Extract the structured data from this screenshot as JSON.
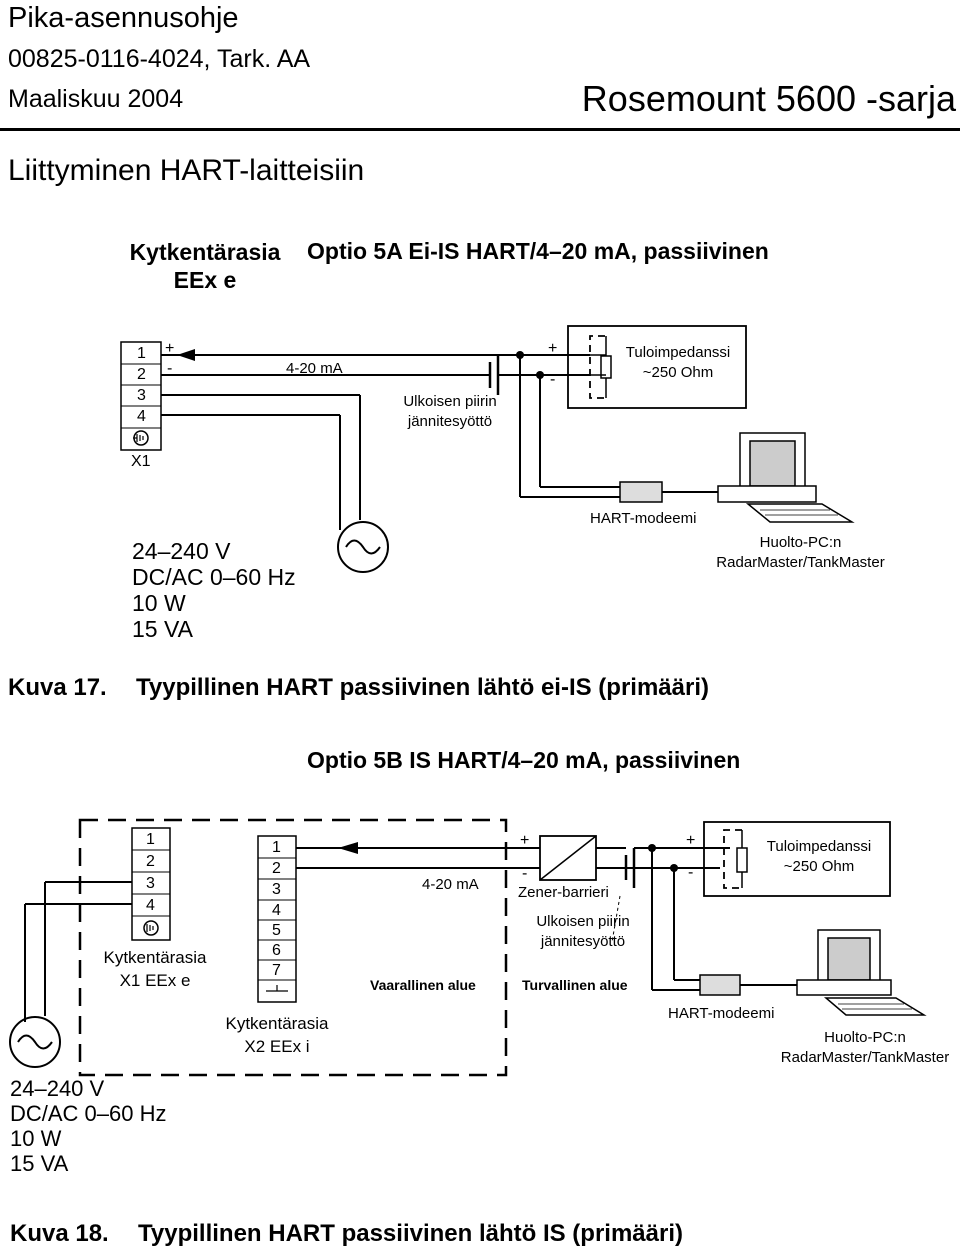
{
  "header": {
    "title": "Pika-asennusohje",
    "doc_number": "00825-0116-4024, Tark. AA",
    "date": "Maaliskuu 2004",
    "series": "Rosemount 5600 -sarja"
  },
  "section_title": "Liittyminen HART-laitteisiin",
  "fig17": {
    "left_label_line1": "Kytkentärasia",
    "left_label_line2": "EEx e",
    "option_title": "Optio 5A Ei-IS HART/4–20 mA, passiivinen",
    "terminals": [
      "1",
      "2",
      "3",
      "4"
    ],
    "plus": "+",
    "minus": "-",
    "terminal_block": "X1",
    "current_label": "4-20 mA",
    "supply_line1": "Ulkoisen piirin",
    "supply_line2": "jännitesyöttö",
    "load_plus": "+",
    "load_minus": "-",
    "load_line1": "Tuloimpedanssi",
    "load_line2": "~250 Ohm",
    "modem_label": "HART-modeemi",
    "pc_line1": "Huolto-PC:n",
    "pc_line2": "RadarMaster/TankMaster",
    "power": [
      "24–240 V",
      "DC/AC 0–60 Hz",
      "10 W",
      "15 VA"
    ],
    "caption_number": "Kuva 17.",
    "caption_text": "Tyypillinen HART passiivinen lähtö ei-IS (primääri)"
  },
  "fig18": {
    "option_title": "Optio 5B IS HART/4–20 mA, passiivinen",
    "x1_terminals": [
      "1",
      "2",
      "3",
      "4"
    ],
    "x1_line1": "Kytkentärasia",
    "x1_line2": "X1 EEx e",
    "x2_terminals": [
      "1",
      "2",
      "3",
      "4",
      "5",
      "6",
      "7"
    ],
    "x2_line1": "Kytkentärasia",
    "x2_line2": "X2 EEx i",
    "current_label": "4-20 mA",
    "hazard_label": "Vaarallinen alue",
    "safe_label": "Turvallinen alue",
    "barrier_plus": "+",
    "barrier_minus": "-",
    "barrier_label": "Zener-barrieri",
    "supply_line1": "Ulkoisen piirin",
    "supply_line2": "jännitesyöttö",
    "load_plus": "+",
    "load_minus": "-",
    "load_line1": "Tuloimpedanssi",
    "load_line2": "~250 Ohm",
    "modem_label": "HART-modeemi",
    "pc_line1": "Huolto-PC:n",
    "pc_line2": "RadarMaster/TankMaster",
    "power": [
      "24–240 V",
      "DC/AC 0–60 Hz",
      "10 W",
      "15 VA"
    ],
    "caption_number": "Kuva 18.",
    "caption_text": "Tyypillinen HART passiivinen lähtö IS (primääri)"
  }
}
